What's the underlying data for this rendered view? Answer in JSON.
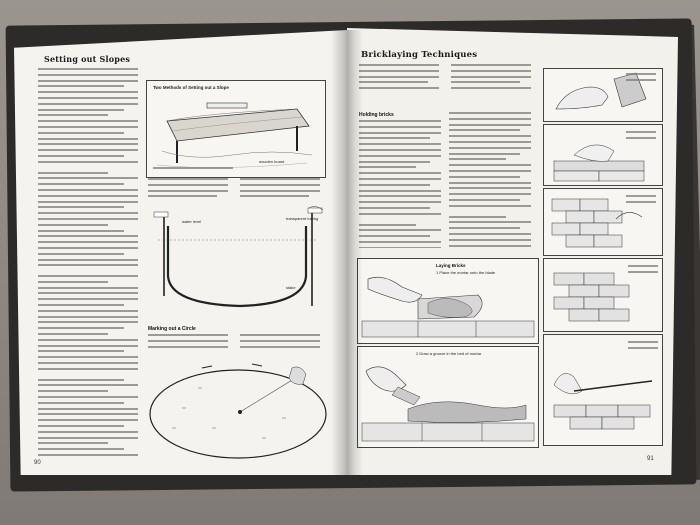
{
  "book": {
    "left_page": {
      "title": "Setting out Slopes",
      "figure_title": "Two Methods of Setting out a Slope",
      "figure_label_board": "wooden board",
      "figure2_label_water_level": "water level",
      "figure2_label_transparent_tubing": "transparent tubing",
      "figure2_label_stake": "stake",
      "section_heading": "Marking out a Circle",
      "page_number": "90"
    },
    "right_page": {
      "title": "Bricklaying Techniques",
      "subheading_bricks": "Holding bricks",
      "laying_bricks_heading": "Laying Bricks",
      "laying_bricks_step1": "1 Place the mortar onto the blade",
      "laying_bricks_step2": "2 Draw a groove in the bed of mortar",
      "page_number": "91"
    }
  }
}
